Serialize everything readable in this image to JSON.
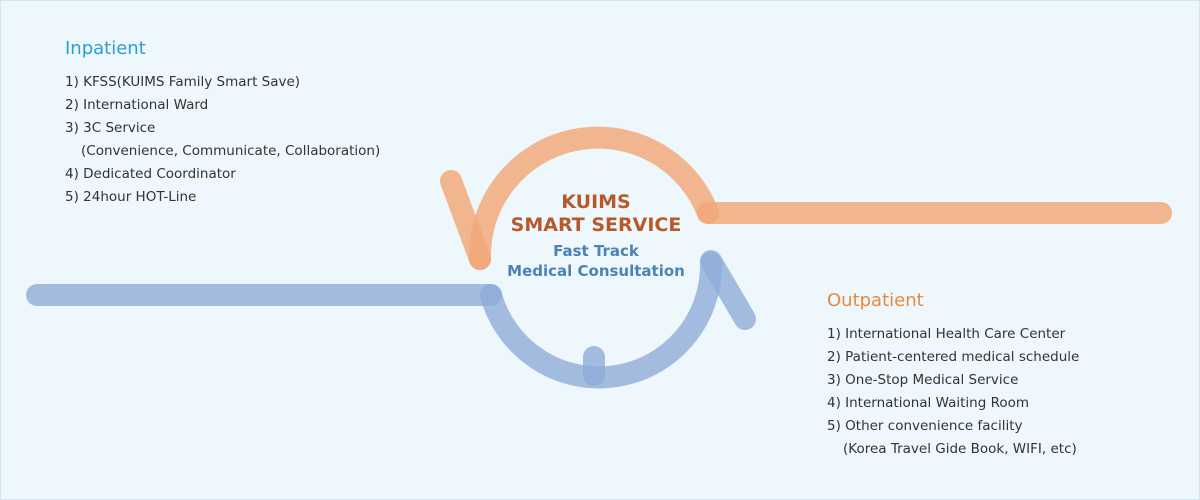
{
  "colors": {
    "background": "#eef7fb",
    "border": "#d3e6ef",
    "inpatient_title": "#2a9fd6",
    "outpatient_title": "#e68a3f",
    "orange_stroke": "#f2a777",
    "blue_stroke": "#8eabd6",
    "center_title": "#b8592c",
    "center_sub": "#4b82b8",
    "body_text": "#333333"
  },
  "inpatient": {
    "title": "Inpatient",
    "items": [
      "1) KFSS(KUIMS Family Smart Save)",
      "2) International Ward",
      "3) 3C Service",
      "(Convenience, Communicate, Collaboration)",
      "4) Dedicated Coordinator",
      "5) 24hour HOT-Line"
    ]
  },
  "center": {
    "line1": "KUIMS",
    "line2": "SMART SERVICE",
    "sub1": "Fast Track",
    "sub2": "Medical Consultation"
  },
  "outpatient": {
    "title": "Outpatient",
    "items": [
      "1) International Health Care Center",
      "2) Patient-centered medical schedule",
      "3) One-Stop Medical Service",
      "4) International Waiting Room",
      "5) Other convenience facility",
      "(Korea Travel Gide Book, WIFI, etc)"
    ]
  },
  "icons": {
    "orange_loop": "orange-arc-arrow-icon",
    "blue_loop": "blue-arc-arrow-icon"
  }
}
